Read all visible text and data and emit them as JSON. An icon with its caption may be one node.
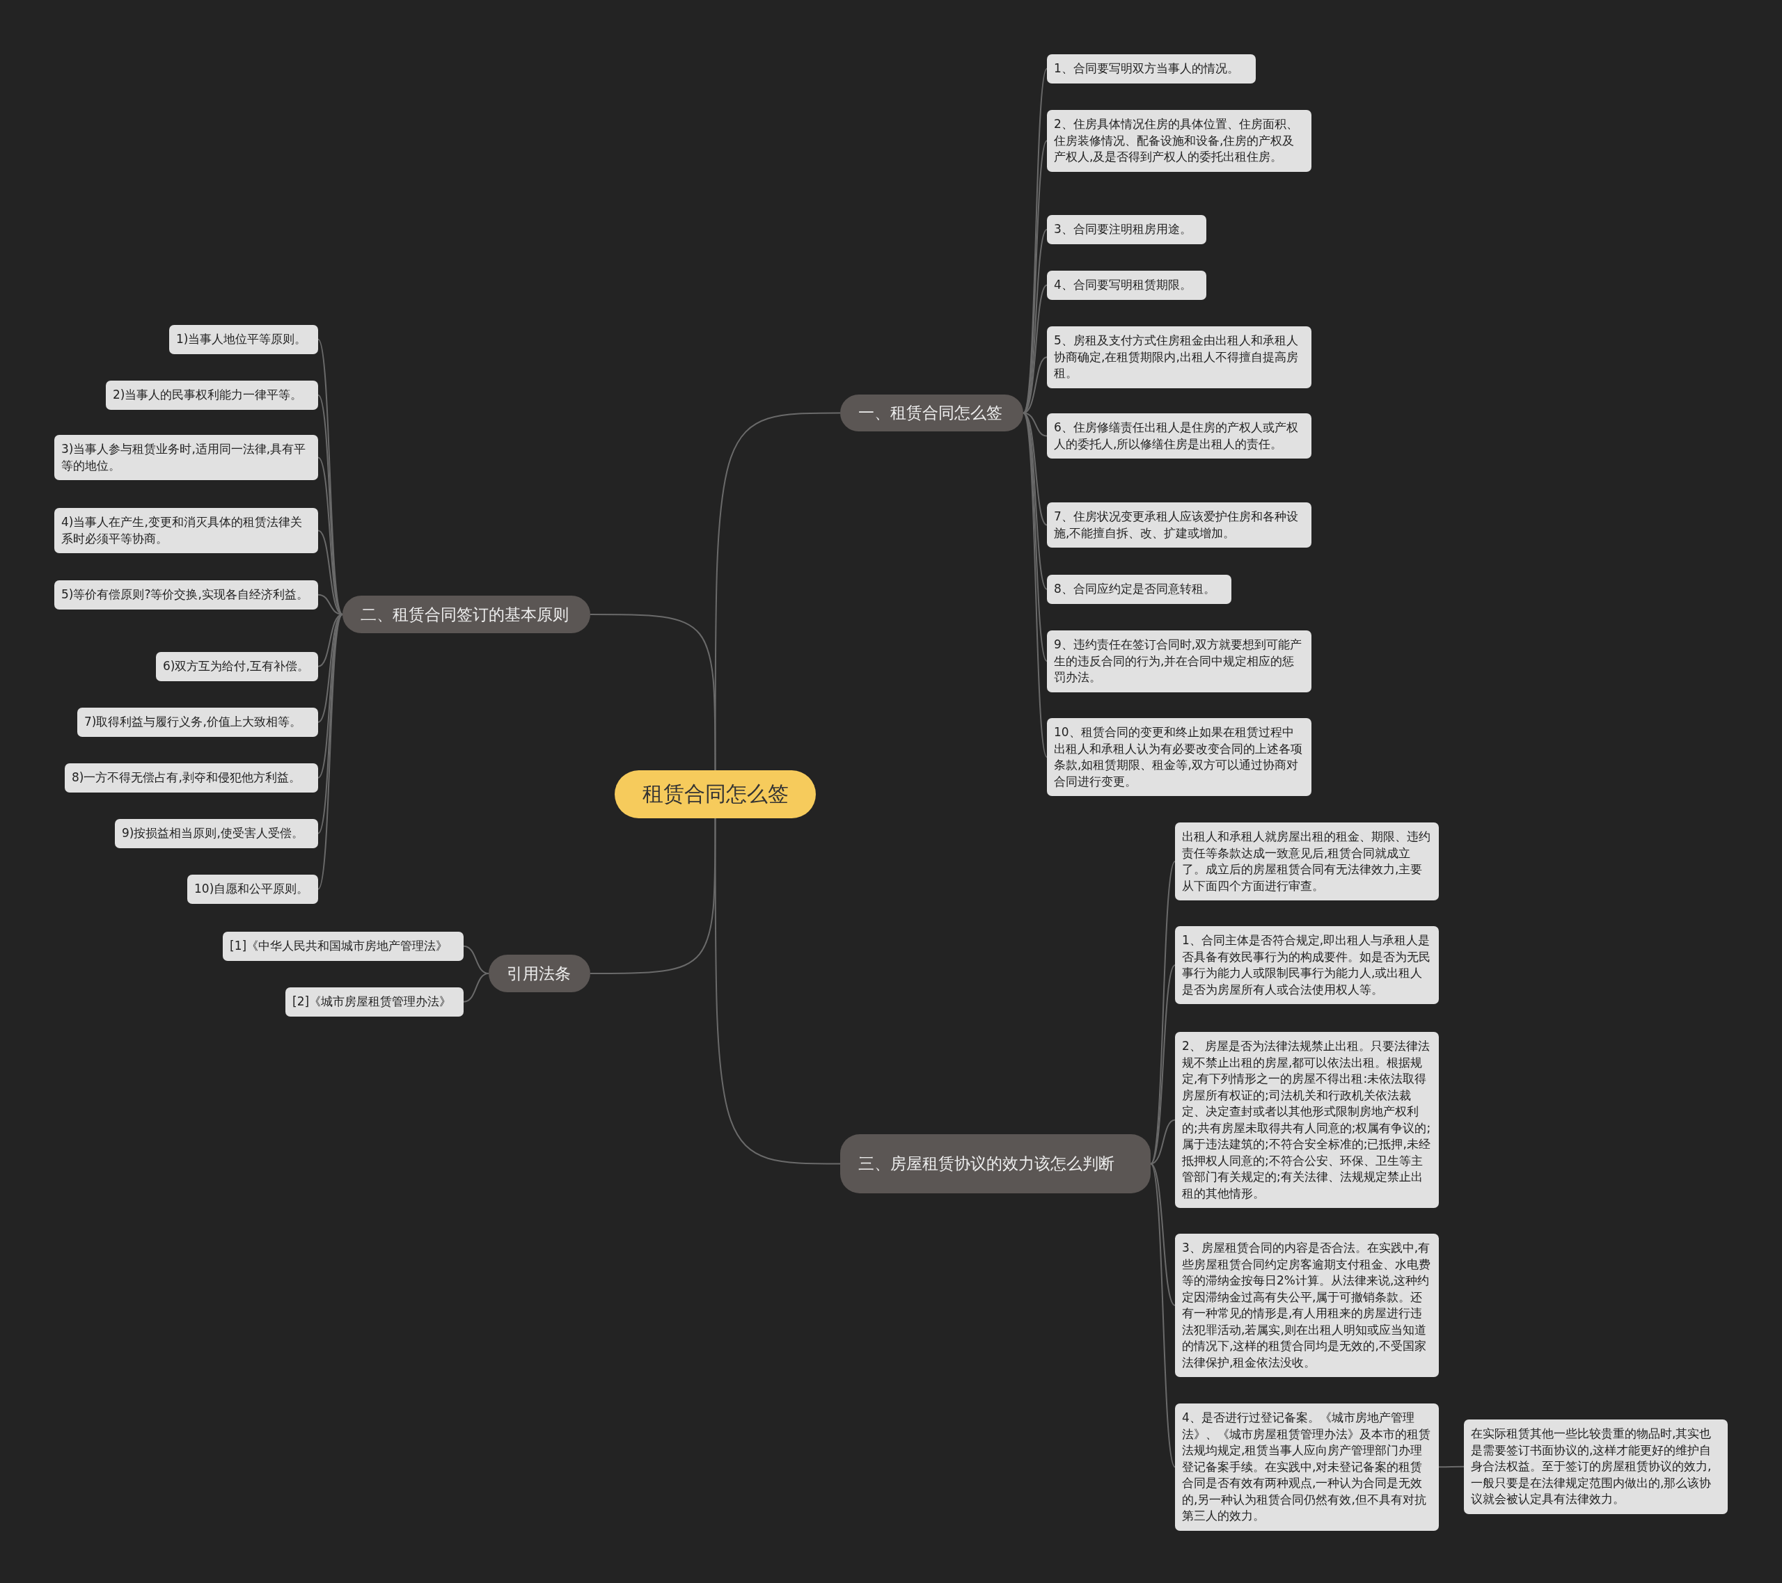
{
  "diagram": {
    "nodes": [
      {
        "text": [
          "租赁合同怎么签"
        ]
      },
      {
        "text": [
          "一、租赁合同怎么签"
        ]
      },
      {
        "text": [
          "1、合同要写明双方当事人的情况。"
        ]
      },
      {
        "text": [
          "2、住房具体情况住房的具体位置、住房面积、住房装修情况、配备设施和设备,住房的产权及产权人,及是否得到产权人的委托出租住房。"
        ]
      },
      {
        "text": [
          "3、合同要注明租房用途。"
        ]
      },
      {
        "text": [
          "4、合同要写明租赁期限。"
        ]
      },
      {
        "text": [
          "5、房租及支付方式住房租金由出租人和承租人协商确定,在租赁期限内,出租人不得擅自提高房租。"
        ]
      },
      {
        "text": [
          "6、住房修缮责任出租人是住房的产权人或产权人的委托人,所以修缮住房是出租人的责任。"
        ]
      },
      {
        "text": [
          "7、住房状况变更承租人应该爱护住房和各种设施,不能擅自拆、改、扩建或增加。"
        ]
      },
      {
        "text": [
          "8、合同应约定是否同意转租。"
        ]
      },
      {
        "text": [
          "9、违约责任在签订合同时,双方就要想到可能产生的违反合同的行为,并在合同中规定相应的惩罚办法。"
        ]
      },
      {
        "text": [
          "10、租赁合同的变更和终止如果在租赁过程中出租人和承租人认为有必要改变合同的上述各项条款,如租赁期限、租金等,双方可以通过协商对合同进行变更。"
        ]
      },
      {
        "text": [
          "二、租赁合同签订的基本原则"
        ]
      },
      {
        "text": [
          "1)当事人地位平等原则。"
        ]
      },
      {
        "text": [
          "2)当事人的民事权利能力一律平等。"
        ]
      },
      {
        "text": [
          "3)当事人参与租赁业务时,适用同一法律,具有平等的地位。"
        ]
      },
      {
        "text": [
          "4)当事人在产生,变更和消灭具体的租赁法律关系时必须平等协商。"
        ]
      },
      {
        "text": [
          "5)等价有偿原则?等价交换,实现各自经济利益。"
        ]
      },
      {
        "text": [
          "6)双方互为给付,互有补偿。"
        ]
      },
      {
        "text": [
          "7)取得利益与履行义务,价值上大致相等。"
        ]
      },
      {
        "text": [
          "8)一方不得无偿占有,剥夺和侵犯他方利益。"
        ]
      },
      {
        "text": [
          "9)按损益相当原则,使受害人受偿。"
        ]
      },
      {
        "text": [
          "10)自愿和公平原则。"
        ]
      },
      {
        "text": [
          "引用法条"
        ]
      },
      {
        "text": [
          "[1]《中华人民共和国城市房地产管理法》"
        ]
      },
      {
        "text": [
          "[2]《城市房屋租赁管理办法》"
        ]
      },
      {
        "text": [
          "三、房屋租赁协议的效力该怎么判断"
        ]
      },
      {
        "text": [
          "出租人和承租人就房屋出租的租金、期限、违约责任等条款达成一致意见后,租赁合同就成立了。成立后的房屋租赁合同有无法律效力,主要从下面四个方面进行审查。"
        ]
      },
      {
        "text": [
          "1、合同主体是否符合规定,即出租人与承租人是否具备有效民事行为的构成要件。如是否为无民事行为能力人或限制民事行为能力人,或出租人是否为房屋所有人或合法使用权人等。"
        ]
      },
      {
        "text": [
          "2、 房屋是否为法律法规禁止出租。只要法律法规不禁止出租的房屋,都可以依法出租。根据规定,有下列情形之一的房屋不得出租:未依法取得房屋所有权证的;司法机关和行政机关依法裁定、决定查封或者以其他形式限制房地产权利的;共有房屋未取得共有人同意的;权属有争议的;属于违法建筑的;不符合安全标准的;已抵押,未经抵押权人同意的;不符合公安、环保、卫生等主管部门有关规定的;有关法律、法规规定禁止出租的其他情形。"
        ]
      },
      {
        "text": [
          "3、房屋租赁合同的内容是否合法。在实践中,有些房屋租赁合同约定房客逾期支付租金、水电费等的滞纳金按每日2%计算。从法律来说,这种约定因滞纳金过高有失公平,属于可撤销条款。还有一种常见的情形是,有人用租来的房屋进行违法犯罪活动,若属实,则在出租人明知或应当知道的情况下,这样的租赁合同均是无效的,不受国家法律保护,租金依法没收。"
        ]
      },
      {
        "text": [
          "4、是否进行过登记备案。《城市房地产管理法》、《城市房屋租赁管理办法》及本市的租赁法规均规定,租赁当事人应向房产管理部门办理登记备案手续。在实践中,对未登记备案的租赁合同是否有效有两种观点,一种认为合同是无效的,另一种认为租赁合同仍然有效,但不具有对抗第三人的效力。"
        ]
      },
      {
        "text": [
          "在实际租赁其他一些比较贵重的物品时,其实也是需要签订书面协议的,这样才能更好的维护自身合法权益。至于签订的房屋租赁协议的效力,一般只要是在法律规定范围内做出的,那么该协议就会被认定具有法律效力。"
        ]
      }
    ],
    "edges": [
      {
        "from": 0,
        "to": 1,
        "arrow": "none"
      },
      {
        "from": 1,
        "to": 2,
        "arrow": "none"
      },
      {
        "from": 1,
        "to": 3,
        "arrow": "none"
      },
      {
        "from": 1,
        "to": 4,
        "arrow": "none"
      },
      {
        "from": 1,
        "to": 5,
        "arrow": "none"
      },
      {
        "from": 1,
        "to": 6,
        "arrow": "none"
      },
      {
        "from": 1,
        "to": 7,
        "arrow": "none"
      },
      {
        "from": 1,
        "to": 8,
        "arrow": "none"
      },
      {
        "from": 1,
        "to": 9,
        "arrow": "none"
      },
      {
        "from": 1,
        "to": 10,
        "arrow": "none"
      },
      {
        "from": 1,
        "to": 11,
        "arrow": "none"
      },
      {
        "from": 0,
        "to": 12,
        "arrow": "none"
      },
      {
        "from": 12,
        "to": 13,
        "arrow": "none"
      },
      {
        "from": 12,
        "to": 14,
        "arrow": "none"
      },
      {
        "from": 12,
        "to": 15,
        "arrow": "none"
      },
      {
        "from": 12,
        "to": 16,
        "arrow": "none"
      },
      {
        "from": 12,
        "to": 17,
        "arrow": "none"
      },
      {
        "from": 12,
        "to": 18,
        "arrow": "none"
      },
      {
        "from": 12,
        "to": 19,
        "arrow": "none"
      },
      {
        "from": 12,
        "to": 20,
        "arrow": "none"
      },
      {
        "from": 12,
        "to": 21,
        "arrow": "none"
      },
      {
        "from": 12,
        "to": 22,
        "arrow": "none"
      },
      {
        "from": 0,
        "to": 23,
        "arrow": "none"
      },
      {
        "from": 23,
        "to": 24,
        "arrow": "none"
      },
      {
        "from": 23,
        "to": 25,
        "arrow": "none"
      },
      {
        "from": 0,
        "to": 26,
        "arrow": "none"
      },
      {
        "from": 26,
        "to": 27,
        "arrow": "none"
      },
      {
        "from": 26,
        "to": 28,
        "arrow": "none"
      },
      {
        "from": 26,
        "to": 29,
        "arrow": "none"
      },
      {
        "from": 26,
        "to": 30,
        "arrow": "none"
      },
      {
        "from": 26,
        "to": 31,
        "arrow": "none"
      },
      {
        "from": 31,
        "to": 32,
        "arrow": "none"
      }
    ]
  }
}
